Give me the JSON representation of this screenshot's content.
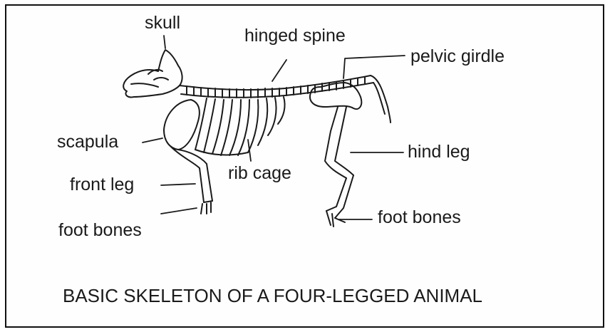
{
  "labels": {
    "skull": "skull",
    "hinged_spine": "hinged spine",
    "pelvic_girdle": "pelvic girdle",
    "scapula": "scapula",
    "hind_leg": "hind leg",
    "front_leg": "front leg",
    "rib_cage": "rib cage",
    "foot_bones_front": "foot bones",
    "foot_bones_hind": "foot bones"
  },
  "caption": "BASIC SKELETON OF A FOUR-LEGGED ANIMAL"
}
